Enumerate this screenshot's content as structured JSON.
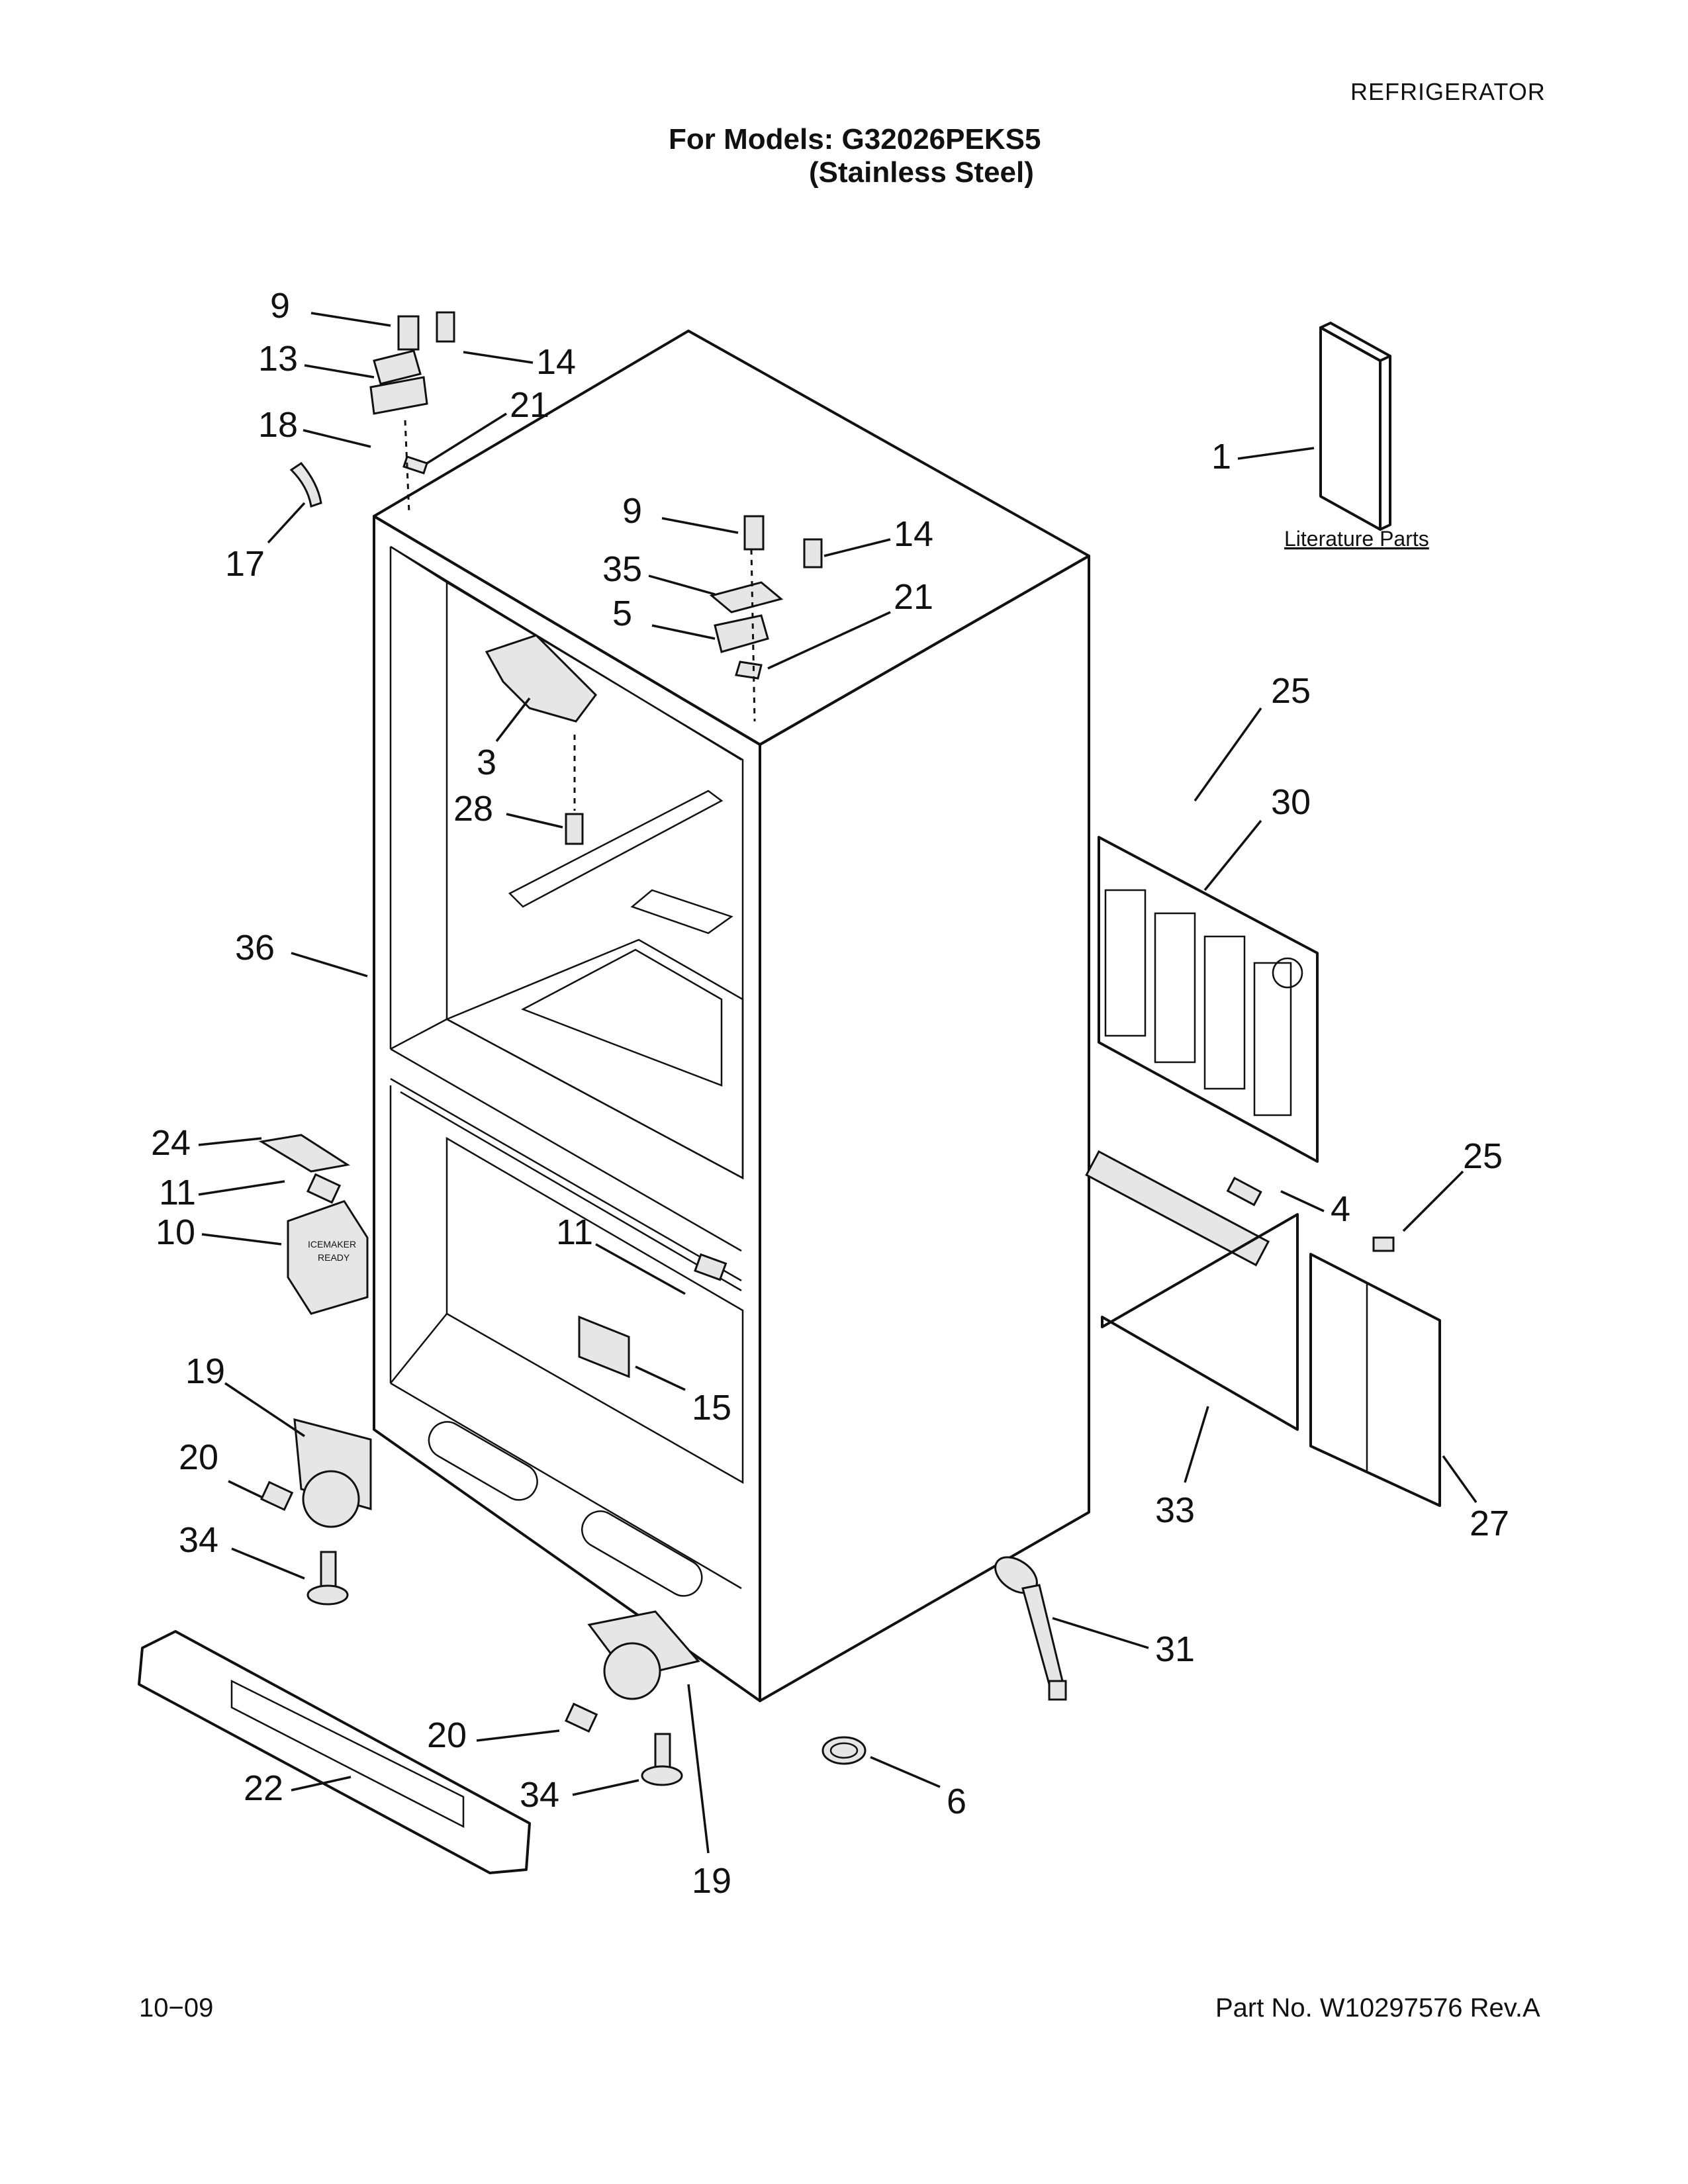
{
  "header": {
    "category": "REFRIGERATOR",
    "models_line": "For Models: G32026PEKS5",
    "finish_line": "(Stainless Steel)"
  },
  "footer": {
    "date": "10−09",
    "part_number": "Part No. W10297576 Rev.A"
  },
  "literature_label": "Literature Parts",
  "icemaker_badge": [
    "ICEMAKER",
    "READY"
  ],
  "callouts": [
    {
      "id": "c-9-a",
      "num": "9"
    },
    {
      "id": "c-13",
      "num": "13"
    },
    {
      "id": "c-14-a",
      "num": "14"
    },
    {
      "id": "c-18",
      "num": "18"
    },
    {
      "id": "c-21-a",
      "num": "21"
    },
    {
      "id": "c-17",
      "num": "17"
    },
    {
      "id": "c-9-b",
      "num": "9"
    },
    {
      "id": "c-14-b",
      "num": "14"
    },
    {
      "id": "c-35",
      "num": "35"
    },
    {
      "id": "c-5",
      "num": "5"
    },
    {
      "id": "c-21-b",
      "num": "21"
    },
    {
      "id": "c-3",
      "num": "3"
    },
    {
      "id": "c-28",
      "num": "28"
    },
    {
      "id": "c-1",
      "num": "1"
    },
    {
      "id": "c-25-a",
      "num": "25"
    },
    {
      "id": "c-30",
      "num": "30"
    },
    {
      "id": "c-36",
      "num": "36"
    },
    {
      "id": "c-24",
      "num": "24"
    },
    {
      "id": "c-11-a",
      "num": "11"
    },
    {
      "id": "c-10",
      "num": "10"
    },
    {
      "id": "c-11-b",
      "num": "11"
    },
    {
      "id": "c-4",
      "num": "4"
    },
    {
      "id": "c-25-b",
      "num": "25"
    },
    {
      "id": "c-15",
      "num": "15"
    },
    {
      "id": "c-19-a",
      "num": "19"
    },
    {
      "id": "c-20-a",
      "num": "20"
    },
    {
      "id": "c-34-a",
      "num": "34"
    },
    {
      "id": "c-33",
      "num": "33"
    },
    {
      "id": "c-27",
      "num": "27"
    },
    {
      "id": "c-31",
      "num": "31"
    },
    {
      "id": "c-20-b",
      "num": "20"
    },
    {
      "id": "c-22",
      "num": "22"
    },
    {
      "id": "c-34-b",
      "num": "34"
    },
    {
      "id": "c-6",
      "num": "6"
    },
    {
      "id": "c-19-b",
      "num": "19"
    }
  ]
}
